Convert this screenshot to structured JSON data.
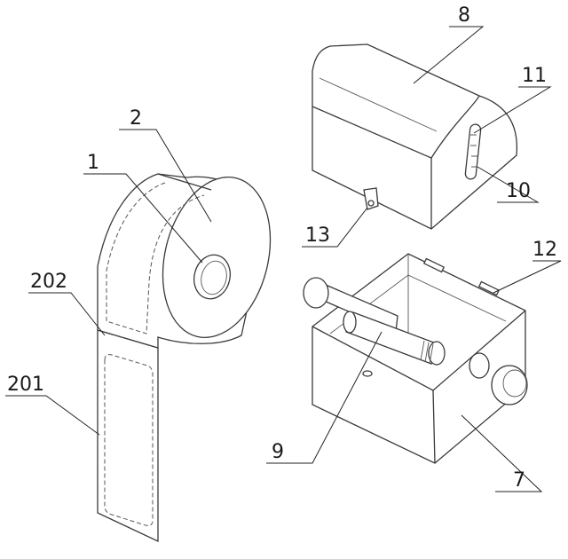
{
  "labels": {
    "l1": "1",
    "l2": "2",
    "l202": "202",
    "l201": "201",
    "l8": "8",
    "l11": "11",
    "l10": "10",
    "l13": "13",
    "l12": "12",
    "l9": "9",
    "l7": "7"
  }
}
